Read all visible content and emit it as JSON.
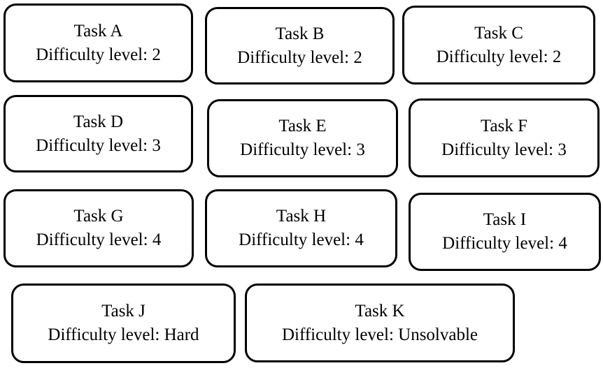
{
  "tasks": [
    {
      "name": "Task A",
      "difficulty": "Difficulty level: 2"
    },
    {
      "name": "Task B",
      "difficulty": "Difficulty level: 2"
    },
    {
      "name": "Task C",
      "difficulty": "Difficulty level: 2"
    },
    {
      "name": "Task D",
      "difficulty": "Difficulty level: 3"
    },
    {
      "name": "Task E",
      "difficulty": "Difficulty level: 3"
    },
    {
      "name": "Task F",
      "difficulty": "Difficulty level: 3"
    },
    {
      "name": "Task G",
      "difficulty": "Difficulty level: 4"
    },
    {
      "name": "Task H",
      "difficulty": "Difficulty level: 4"
    },
    {
      "name": "Task I",
      "difficulty": "Difficulty level: 4"
    },
    {
      "name": "Task J",
      "difficulty": "Difficulty level: Hard"
    },
    {
      "name": "Task K",
      "difficulty": "Difficulty level: Unsolvable"
    }
  ],
  "colors": {
    "border": "#000000",
    "background": "#ffffff",
    "text": "#000000"
  }
}
